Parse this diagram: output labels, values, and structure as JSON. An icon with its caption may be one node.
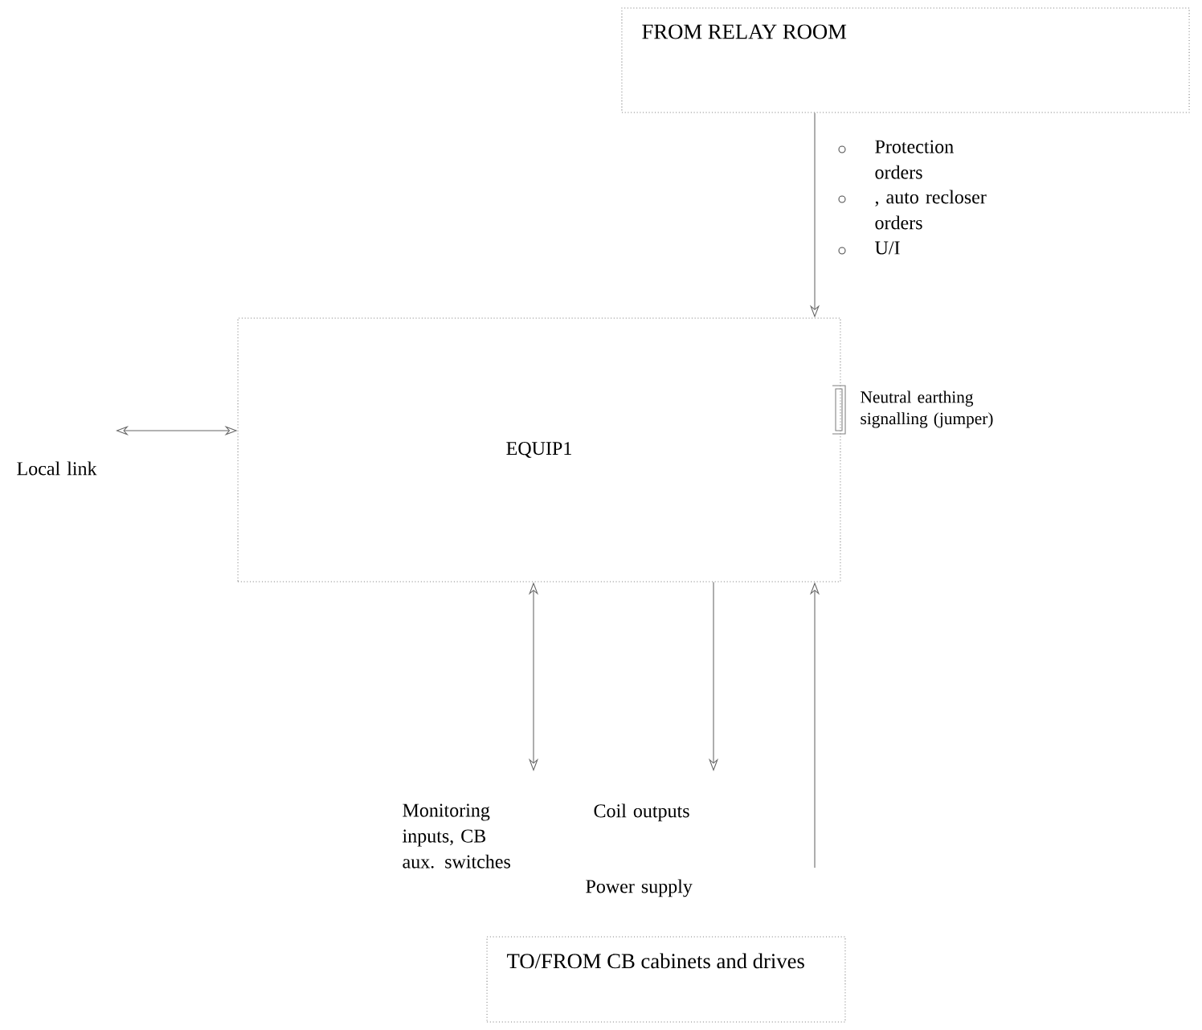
{
  "diagram": {
    "nodes": [
      {
        "text": [
          "FROM RELAY ROOM"
        ]
      },
      {
        "text": [
          "EQUIP1"
        ]
      },
      {
        "text": [
          "TO/FROM CB cabinets and drives"
        ]
      }
    ],
    "edges": [
      {
        "from": 0,
        "to": 1,
        "arrow": "to"
      },
      {
        "from": null,
        "to": 1,
        "arrow": "both"
      },
      {
        "from": null,
        "to": 1,
        "arrow": "both"
      },
      {
        "from": 1,
        "to": null,
        "arrow": "to"
      },
      {
        "from": null,
        "to": 1,
        "arrow": "to"
      }
    ],
    "labels": [
      "Protection orders",
      ", auto recloser orders",
      "U/I",
      "Local link",
      "Neutral earthing signalling (jumper)",
      "Monitoring inputs, CB aux. switches",
      "Coil outputs",
      "Power supply"
    ]
  }
}
